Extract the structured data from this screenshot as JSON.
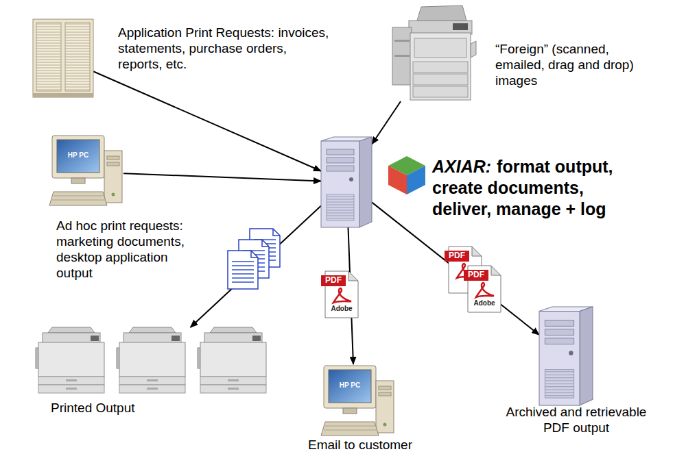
{
  "diagram": {
    "nodes": [
      {
        "text": [
          "Application Print Requests: invoices, statements, purchase orders, reports, etc."
        ]
      },
      {
        "text": [
          "“Foreign” (scanned, emailed, drag and drop) images"
        ]
      },
      {
        "text": [
          "Ad hoc print requests: marketing documents, desktop application output"
        ]
      },
      {
        "text": [
          "AXIAR:",
          "format output, create documents, deliver, manage + log"
        ]
      },
      {
        "text": [
          "Printed Output"
        ]
      },
      {
        "text": [
          "Email to customer"
        ]
      },
      {
        "text": [
          "Archived and retrievable PDF output"
        ]
      }
    ],
    "edges": [
      {
        "from": 0,
        "to": 3,
        "arrow": "to"
      },
      {
        "from": 1,
        "to": 3,
        "arrow": "to"
      },
      {
        "from": 2,
        "to": 3,
        "arrow": "to"
      },
      {
        "from": 3,
        "to": 4,
        "arrow": "to"
      },
      {
        "from": 3,
        "to": 5,
        "arrow": "to"
      },
      {
        "from": 3,
        "to": 6,
        "arrow": "to"
      }
    ],
    "labels": [
      "HP PC",
      "HP PC",
      "PDF",
      "Adobe",
      "PDF",
      "PDF",
      "Adobe"
    ]
  }
}
